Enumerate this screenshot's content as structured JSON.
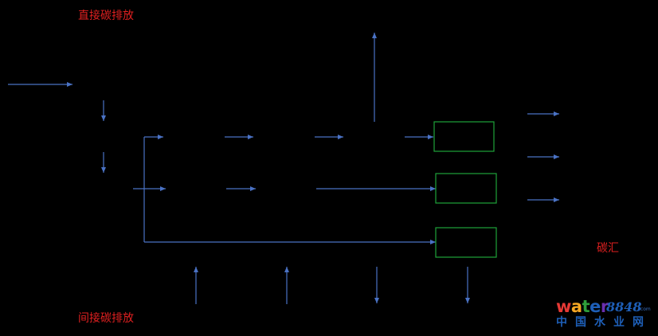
{
  "labels": {
    "direct_emission": "直接碳排放",
    "indirect_emission": "间接碳排放",
    "carbon_sink": "碳汇"
  },
  "logo": {
    "word": "water",
    "number": "8848",
    "suffix": ".com",
    "tagline": "中国水业网"
  },
  "colors": {
    "background": "#000000",
    "arrow": "#4a72c4",
    "box_border": "#1fa33a",
    "label_text": "#e02020",
    "logo_w": "#e53935",
    "logo_a": "#f5a623",
    "logo_t": "#2e9e3a",
    "logo_e": "#1e5fb8",
    "logo_r": "#6a2fb0"
  }
}
